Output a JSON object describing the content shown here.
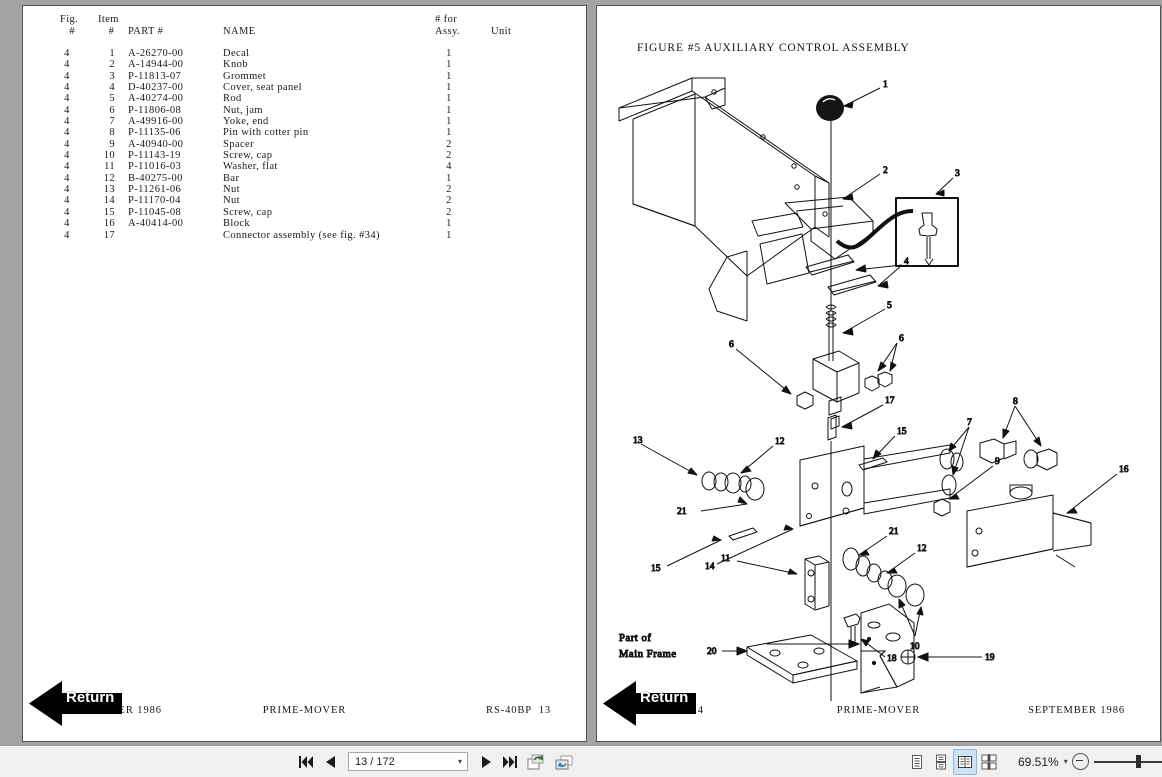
{
  "viewer": {
    "background_color": "#a3a3a3",
    "toolbar_background": "#f0f0f0",
    "selected_view_highlight": "#cfe3f7"
  },
  "toolbar": {
    "first_page_title": "First Page",
    "previous_page_title": "Previous Page",
    "page_indicator": "13 / 172",
    "page_dropdown_caret": "▾",
    "next_page_title": "Next Page",
    "last_page_title": "Last Page",
    "previous_view_title": "Previous View",
    "next_view_title": "Next View",
    "view_modes": [
      {
        "name": "single-page-view",
        "label": "Single Page",
        "selected": false
      },
      {
        "name": "single-page-continuous-view",
        "label": "Single Page Continuous",
        "selected": false
      },
      {
        "name": "two-page-view",
        "label": "Two Page View",
        "selected": true
      },
      {
        "name": "two-page-continuous-view",
        "label": "Two Page Continuous",
        "selected": false
      }
    ],
    "zoom_value": "69.51%",
    "zoom_dropdown_caret": "▾",
    "zoom_out_title": "Zoom Out"
  },
  "left_page": {
    "return_button_label": "Return",
    "table": {
      "headers": {
        "fig": "Fig.\n  #",
        "item": "Item\n  #",
        "part": "PART #",
        "name": "NAME",
        "assy": "# for\nAssy.",
        "unit": "Unit"
      },
      "rows": [
        {
          "fig": "4",
          "item": "1",
          "part": "A-26270-00",
          "name": "Decal",
          "qty": "1",
          "unit": ""
        },
        {
          "fig": "4",
          "item": "2",
          "part": "A-14944-00",
          "name": "Knob",
          "qty": "1",
          "unit": ""
        },
        {
          "fig": "4",
          "item": "3",
          "part": "P-11813-07",
          "name": "Grommet",
          "qty": "1",
          "unit": ""
        },
        {
          "fig": "4",
          "item": "4",
          "part": "D-40237-00",
          "name": "Cover, seat panel",
          "qty": "1",
          "unit": ""
        },
        {
          "fig": "4",
          "item": "5",
          "part": "A-40274-00",
          "name": "Rod",
          "qty": "1",
          "unit": ""
        },
        {
          "fig": "4",
          "item": "6",
          "part": "P-11806-08",
          "name": "Nut, jam",
          "qty": "1",
          "unit": ""
        },
        {
          "fig": "4",
          "item": "7",
          "part": "A-49916-00",
          "name": "Yoke, end",
          "qty": "1",
          "unit": ""
        },
        {
          "fig": "4",
          "item": "8",
          "part": "P-11135-06",
          "name": "Pin with cotter pin",
          "qty": "1",
          "unit": ""
        },
        {
          "fig": "4",
          "item": "9",
          "part": "A-40940-00",
          "name": "Spacer",
          "qty": "2",
          "unit": ""
        },
        {
          "fig": "4",
          "item": "10",
          "part": "P-11143-19",
          "name": "Screw, cap",
          "qty": "2",
          "unit": ""
        },
        {
          "fig": "4",
          "item": "11",
          "part": "P-11016-03",
          "name": "Washer, flat",
          "qty": "4",
          "unit": ""
        },
        {
          "fig": "4",
          "item": "12",
          "part": "B-40275-00",
          "name": "Bar",
          "qty": "1",
          "unit": ""
        },
        {
          "fig": "4",
          "item": "13",
          "part": "P-11261-06",
          "name": "Nut",
          "qty": "2",
          "unit": ""
        },
        {
          "fig": "4",
          "item": "14",
          "part": "P-11170-04",
          "name": "Nut",
          "qty": "2",
          "unit": ""
        },
        {
          "fig": "4",
          "item": "15",
          "part": "P-11045-08",
          "name": "Screw, cap",
          "qty": "2",
          "unit": ""
        },
        {
          "fig": "4",
          "item": "16",
          "part": "A-40414-00",
          "name": "Block",
          "qty": "1",
          "unit": ""
        },
        {
          "fig": "4",
          "item": "17",
          "part": "",
          "name": "Connector assembly (see fig. #34)",
          "qty": "1",
          "unit": ""
        }
      ]
    },
    "footer": {
      "left": "SEPTEMBER 1986",
      "center": "PRIME-MOVER",
      "right": "RS-40BP  13"
    }
  },
  "right_page": {
    "return_button_label": "Return",
    "figure_title": "FIGURE #5 AUXILIARY CONTROL ASSEMBLY",
    "diagram_annotations": {
      "part_of_main_frame_line1": "Part of",
      "part_of_main_frame_line2": "Main Frame",
      "callouts": [
        "1",
        "2",
        "3",
        "4",
        "5",
        "6",
        "6",
        "6",
        "7",
        "8",
        "9",
        "10",
        "11",
        "12",
        "12",
        "13",
        "14",
        "15",
        "15",
        "16",
        "17",
        "18",
        "19",
        "20",
        "21",
        "21"
      ]
    },
    "footer": {
      "left": "RS-40BP  14",
      "center": "PRIME-MOVER",
      "right": "SEPTEMBER 1986"
    }
  }
}
